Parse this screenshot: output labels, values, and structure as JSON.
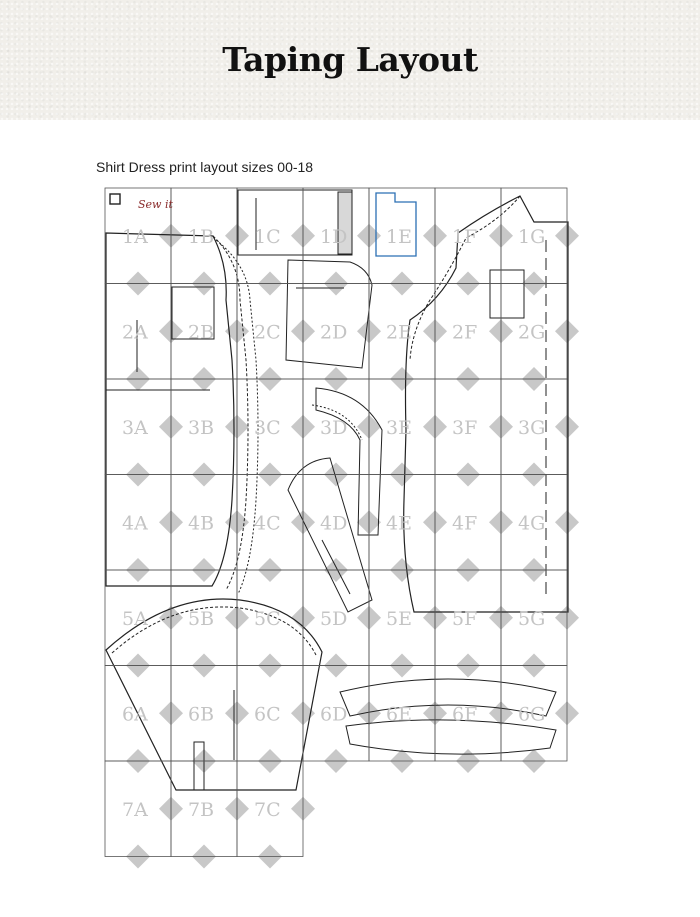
{
  "page": {
    "title": "Taping Layout"
  },
  "layout": {
    "caption": "Shirt Dress print layout sizes 00-18",
    "brand": "Sew it"
  },
  "tiles": [
    {
      "label": "1A",
      "row": 1,
      "col": "A"
    },
    {
      "label": "1B",
      "row": 1,
      "col": "B"
    },
    {
      "label": "1C",
      "row": 1,
      "col": "C"
    },
    {
      "label": "1D",
      "row": 1,
      "col": "D"
    },
    {
      "label": "1E",
      "row": 1,
      "col": "E"
    },
    {
      "label": "1F",
      "row": 1,
      "col": "F"
    },
    {
      "label": "1G",
      "row": 1,
      "col": "G"
    },
    {
      "label": "2A",
      "row": 2,
      "col": "A"
    },
    {
      "label": "2B",
      "row": 2,
      "col": "B"
    },
    {
      "label": "2C",
      "row": 2,
      "col": "C"
    },
    {
      "label": "2D",
      "row": 2,
      "col": "D"
    },
    {
      "label": "2E",
      "row": 2,
      "col": "E"
    },
    {
      "label": "2F",
      "row": 2,
      "col": "F"
    },
    {
      "label": "2G",
      "row": 2,
      "col": "G"
    },
    {
      "label": "3A",
      "row": 3,
      "col": "A"
    },
    {
      "label": "3B",
      "row": 3,
      "col": "B"
    },
    {
      "label": "3C",
      "row": 3,
      "col": "C"
    },
    {
      "label": "3D",
      "row": 3,
      "col": "D"
    },
    {
      "label": "3E",
      "row": 3,
      "col": "E"
    },
    {
      "label": "3F",
      "row": 3,
      "col": "F"
    },
    {
      "label": "3G",
      "row": 3,
      "col": "G"
    },
    {
      "label": "4A",
      "row": 4,
      "col": "A"
    },
    {
      "label": "4B",
      "row": 4,
      "col": "B"
    },
    {
      "label": "4C",
      "row": 4,
      "col": "C"
    },
    {
      "label": "4D",
      "row": 4,
      "col": "D"
    },
    {
      "label": "4E",
      "row": 4,
      "col": "E"
    },
    {
      "label": "4F",
      "row": 4,
      "col": "F"
    },
    {
      "label": "4G",
      "row": 4,
      "col": "G"
    },
    {
      "label": "5A",
      "row": 5,
      "col": "A"
    },
    {
      "label": "5B",
      "row": 5,
      "col": "B"
    },
    {
      "label": "5C",
      "row": 5,
      "col": "C"
    },
    {
      "label": "5D",
      "row": 5,
      "col": "D"
    },
    {
      "label": "5E",
      "row": 5,
      "col": "E"
    },
    {
      "label": "5F",
      "row": 5,
      "col": "F"
    },
    {
      "label": "5G",
      "row": 5,
      "col": "G"
    },
    {
      "label": "6A",
      "row": 6,
      "col": "A"
    },
    {
      "label": "6B",
      "row": 6,
      "col": "B"
    },
    {
      "label": "6C",
      "row": 6,
      "col": "C"
    },
    {
      "label": "6D",
      "row": 6,
      "col": "D"
    },
    {
      "label": "6E",
      "row": 6,
      "col": "E"
    },
    {
      "label": "6F",
      "row": 6,
      "col": "F"
    },
    {
      "label": "6G",
      "row": 6,
      "col": "G"
    },
    {
      "label": "7A",
      "row": 7,
      "col": "A"
    },
    {
      "label": "7B",
      "row": 7,
      "col": "B"
    },
    {
      "label": "7C",
      "row": 7,
      "col": "C"
    }
  ],
  "colors": {
    "header_bg": "#f1efea",
    "grid_line": "#555555",
    "tile_label": "#c4c4c4",
    "diamond": "#c8c8c8",
    "pattern_line": "#222222",
    "highlight": "#2b6fb3"
  }
}
